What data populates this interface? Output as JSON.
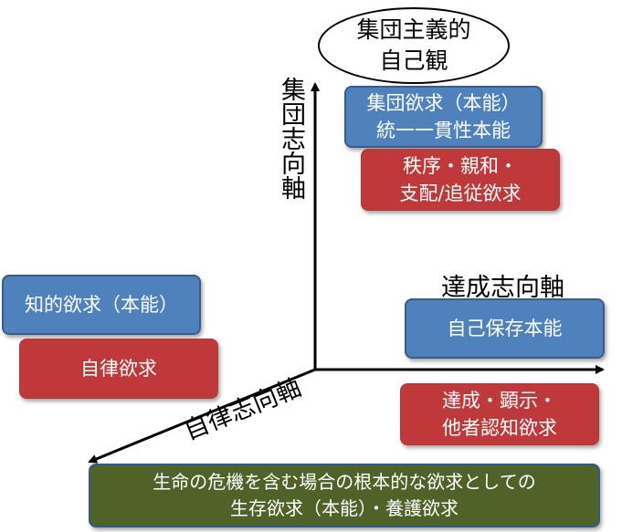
{
  "colors": {
    "blue_fill": "#4f81bd",
    "red_fill": "#c0393a",
    "green_fill": "#4f6228",
    "arrow": "#000000"
  },
  "oval": {
    "text": "集団主義的\n自己観"
  },
  "axes": {
    "collective": "集団志向軸",
    "achievement": "達成志向軸",
    "autonomy": "自律志向軸"
  },
  "boxes": {
    "group_desire": "集団欲求（本能）\n統一一貫性本能",
    "order": "秩序・親和・\n支配/追従欲求",
    "intellect": "知的欲求（本能）",
    "autonomy_desire": "自律欲求",
    "self_preservation": "自己保存本能",
    "achievement_desire": "達成・顕示・\n他者認知欲求",
    "survival": "生命の危機を含む場合の根本的な欲求としての\n生存欲求（本能）・養護欲求"
  }
}
